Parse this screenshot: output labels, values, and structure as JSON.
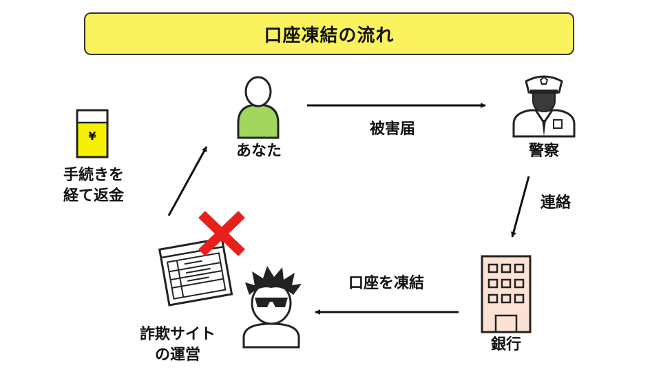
{
  "title": "口座凍結の流れ",
  "nodes": {
    "you": {
      "label": "あなた",
      "icon": "person-icon"
    },
    "police": {
      "label": "警察",
      "icon": "police-officer-icon"
    },
    "bank": {
      "label": "銀行",
      "icon": "bank-building-icon"
    },
    "refund": {
      "label_line1": "手続きを",
      "label_line2": "経て返金",
      "icon": "yen-card-icon",
      "icon_text": "¥"
    },
    "scam": {
      "label_line1": "詐欺サイト",
      "label_line2": "の運営",
      "icons": [
        "scam-site-document-icon",
        "blocked-x-icon",
        "scammer-sunglasses-icon"
      ]
    }
  },
  "arrows": {
    "you_to_police": {
      "label": "被害届"
    },
    "police_to_bank": {
      "label": "連絡"
    },
    "bank_to_scam": {
      "label": "口座を凍結"
    },
    "scam_to_you": {
      "label": ""
    }
  },
  "colors": {
    "title_bg": "#fbf35e",
    "person_body": "#a3d65c",
    "card_fill": "#f7f000",
    "bank_fill": "#fbe2d5",
    "blocked_x": "#e8201c"
  }
}
